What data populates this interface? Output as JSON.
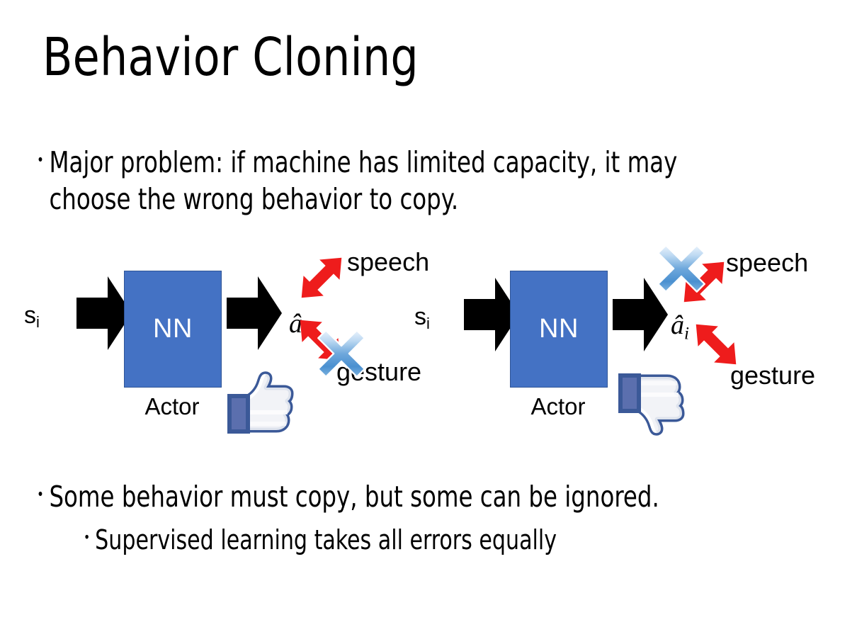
{
  "slide": {
    "title": "Behavior Cloning",
    "background_color": "#FFFFFF"
  },
  "bullets": {
    "top": {
      "marker": "•",
      "text": "Major problem: if machine has limited capacity, it may choose the wrong behavior to copy."
    },
    "bottom_primary": {
      "marker": "•",
      "text": "Some behavior must copy, but some can be ignored."
    },
    "bottom_secondary": {
      "marker": "•",
      "text": "Supervised learning takes all errors equally"
    }
  },
  "colors": {
    "nn_fill": "#4472C4",
    "nn_border": "#2F5597",
    "red_arrow": "#EE1C1C",
    "blue_x_light": "#CFE2F5",
    "blue_x_mid": "#5B9BD5",
    "blue_x_dark": "#2E75B6",
    "thumb_outline": "#3B5998",
    "thumb_fill": "#FFFFFF",
    "thumb_sleeve": "#5B6FAE",
    "black_arrow": "#000000"
  },
  "diagrams": [
    {
      "id": "left",
      "state_label": "s",
      "state_subscript": "i",
      "nn_label": "NN",
      "actor_label": "Actor",
      "action_label": "â",
      "action_subscript": "i",
      "branches": [
        {
          "name": "speech",
          "label": "speech",
          "crossed_out": false
        },
        {
          "name": "gesture",
          "label": "gesture",
          "crossed_out": true
        }
      ],
      "feedback_icon": "thumbs-up",
      "feedback_sentiment": "positive"
    },
    {
      "id": "right",
      "state_label": "s",
      "state_subscript": "i",
      "nn_label": "NN",
      "actor_label": "Actor",
      "action_label": "â",
      "action_subscript": "i",
      "branches": [
        {
          "name": "speech",
          "label": "speech",
          "crossed_out": true
        },
        {
          "name": "gesture",
          "label": "gesture",
          "crossed_out": false
        }
      ],
      "feedback_icon": "thumbs-down",
      "feedback_sentiment": "negative"
    }
  ]
}
